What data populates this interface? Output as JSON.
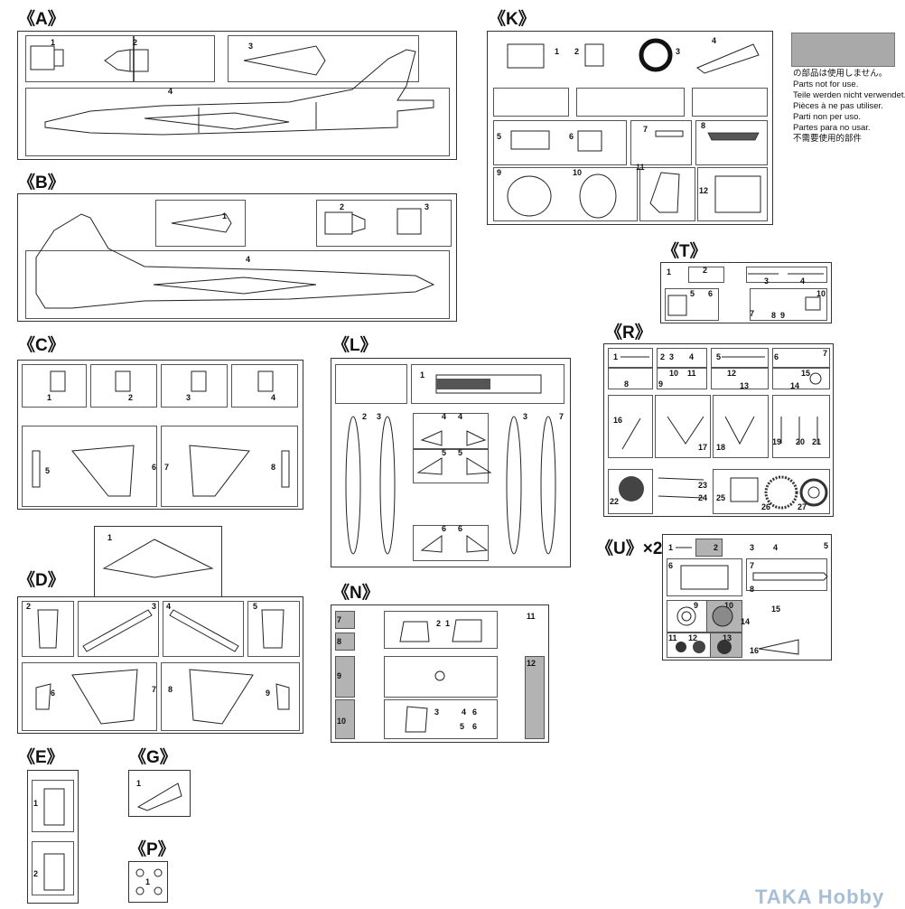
{
  "sprues": {
    "A": "《A》",
    "B": "《B》",
    "C": "《C》",
    "D": "《D》",
    "E": "《E》",
    "G": "《G》",
    "P": "《P》",
    "K": "《K》",
    "L": "《L》",
    "N": "《N》",
    "T": "《T》",
    "R": "《R》",
    "U": "《U》×2"
  },
  "legend": {
    "jp": "の部品は使用しません。",
    "en": "Parts not for use.",
    "de": "Teile werden nicht verwendet.",
    "fr": "Pièces à ne pas utiliser.",
    "it": "Parti non per uso.",
    "es": "Partes para no usar.",
    "zh": "不需要使用的部件",
    "color": "#a9a9a9"
  },
  "watermark": "TAKA Hobby"
}
